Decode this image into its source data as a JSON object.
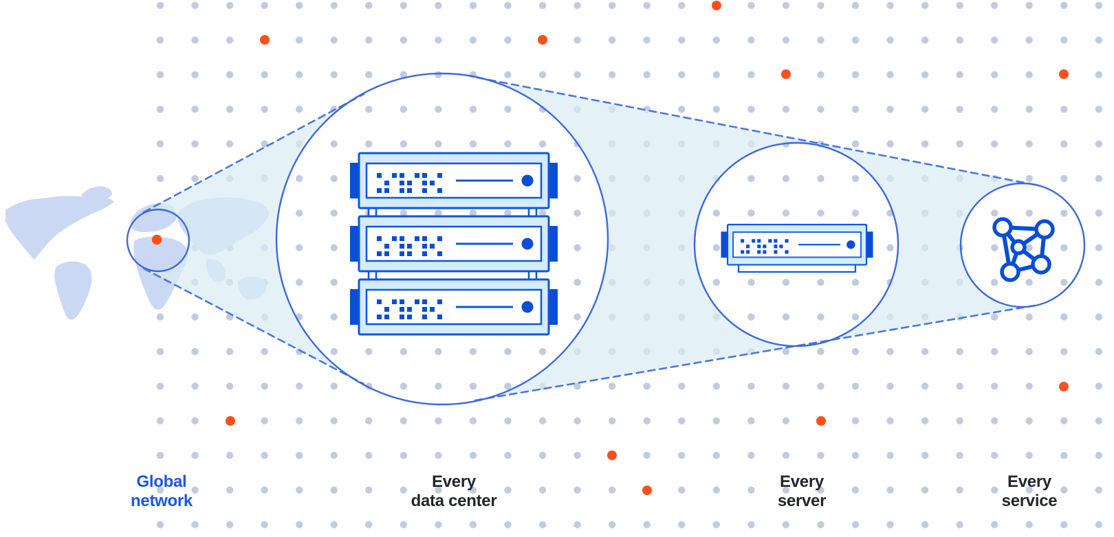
{
  "diagram": {
    "name": "network-zoom-progression",
    "stages": [
      {
        "id": "global-network",
        "label_line1": "Global",
        "label_line2": "network",
        "icon": "world-map-location-marker",
        "emphasized": true
      },
      {
        "id": "every-data-center",
        "label_line1": "Every",
        "label_line2": "data center",
        "icon": "server-rack-three-units",
        "emphasized": false
      },
      {
        "id": "every-server",
        "label_line1": "Every",
        "label_line2": "server",
        "icon": "single-server",
        "emphasized": false
      },
      {
        "id": "every-service",
        "label_line1": "Every",
        "label_line2": "service",
        "icon": "network-mesh",
        "emphasized": false
      }
    ],
    "colors": {
      "background": "#ffffff",
      "grid_dot": "#c2cade",
      "orange_dot": "#fa501c",
      "map_fill": "#cbd8f3",
      "circle_stroke": "#3b68de",
      "dashed_line": "#4b76e0",
      "beam_fill": "#d9edf4",
      "server_border_blue": "#0d55e2",
      "server_solid_blue": "#0a4ed6",
      "server_band_fill": "#d4ecfa",
      "label_dark": "#23262b",
      "label_blue": "#1b55ec"
    }
  }
}
